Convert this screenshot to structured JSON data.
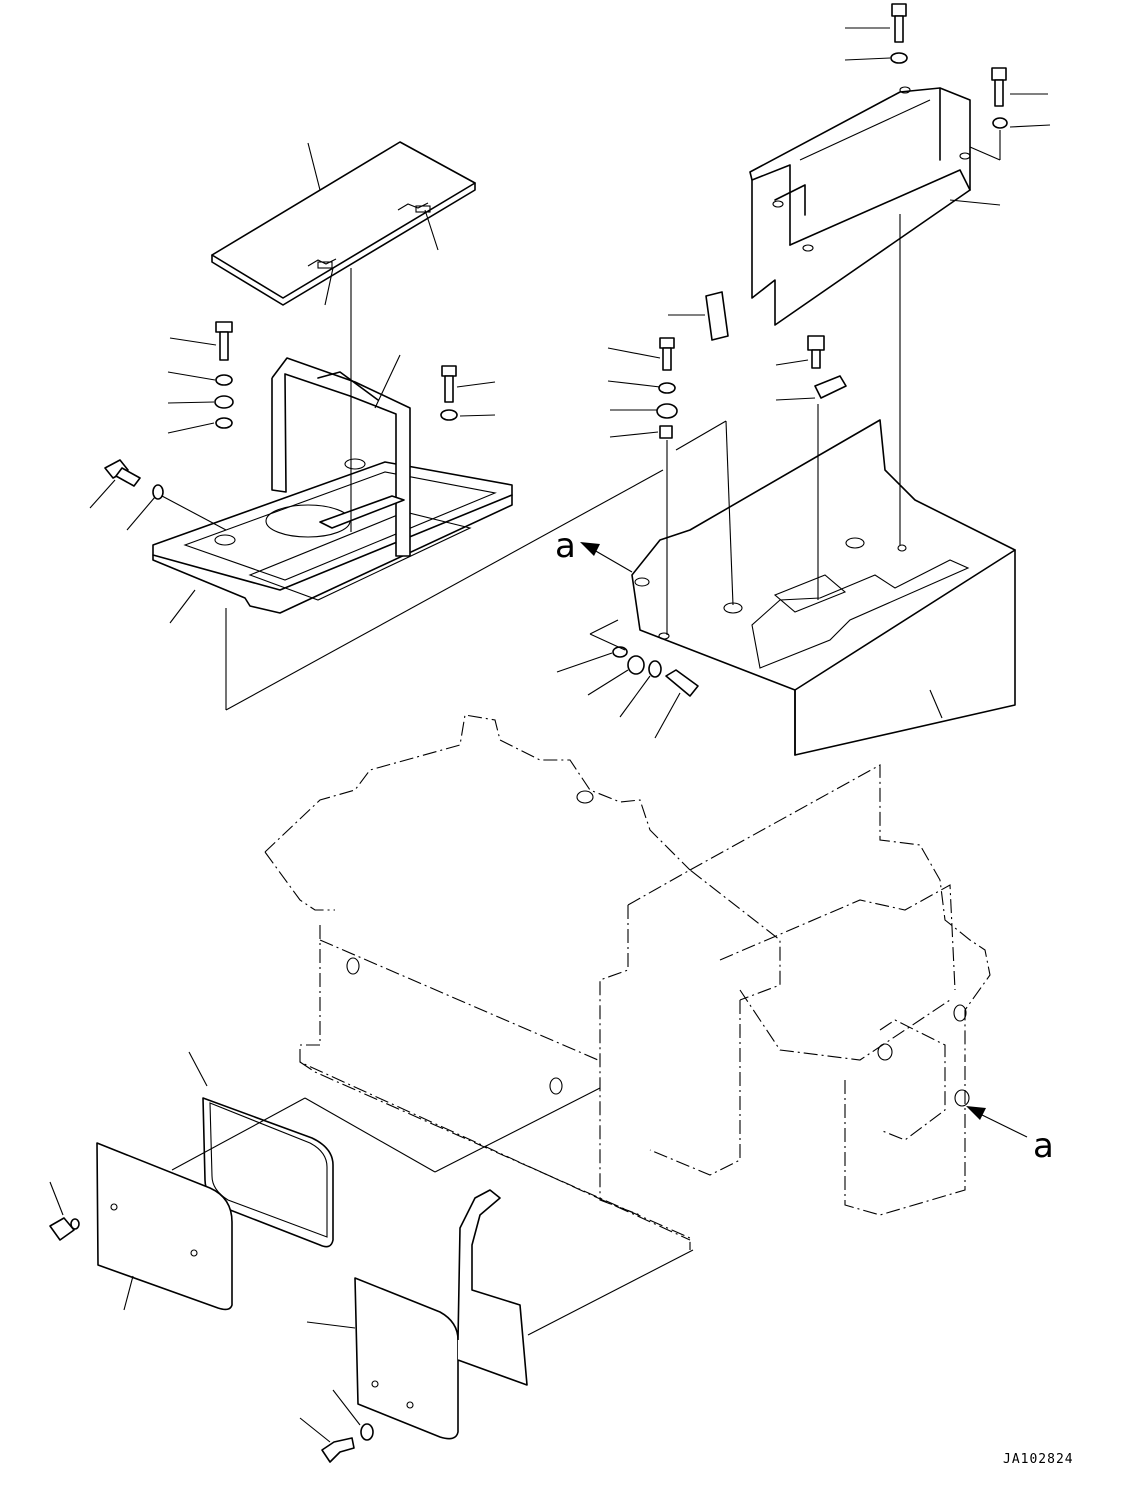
{
  "diagram": {
    "view_arrow_label_top": "a",
    "view_arrow_label_right": "a",
    "drawing_code": "JA102824"
  }
}
